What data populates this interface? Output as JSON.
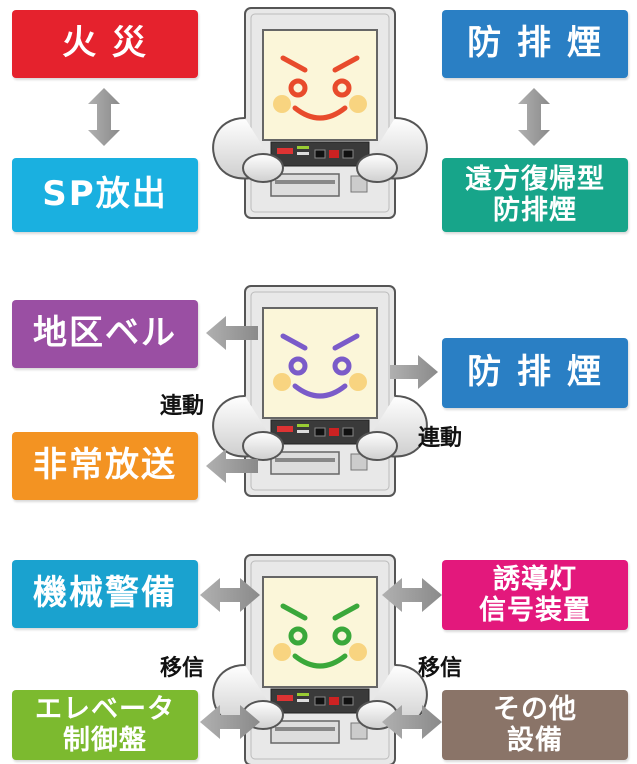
{
  "sections": [
    {
      "left_top": {
        "text": "火 災",
        "color": "#e5222d"
      },
      "left_bottom": {
        "text": "SP放出",
        "color": "#1ab0e0"
      },
      "right_top": {
        "text": "防 排 煙",
        "color": "#2a7fc4"
      },
      "right_bottom": {
        "line1": "遠方復帰型",
        "line2": "防排煙",
        "color": "#17a58a"
      },
      "face_color": "#e84b2c"
    },
    {
      "left_top": {
        "text": "地区ベル",
        "color": "#9a4fa3"
      },
      "left_bottom": {
        "text": "非常放送",
        "color": "#f39322"
      },
      "right_mid": {
        "text": "防 排 煙",
        "color": "#2a7fc4"
      },
      "caption_left": "連動",
      "caption_right": "連動",
      "face_color": "#7a5bc9"
    },
    {
      "left_top": {
        "text": "機械警備",
        "color": "#1aa2cf"
      },
      "left_bottom": {
        "line1": "エレベータ",
        "line2": "制御盤",
        "color": "#7cba2f"
      },
      "right_top": {
        "line1": "誘導灯",
        "line2": "信号装置",
        "color": "#e3187c"
      },
      "right_bottom": {
        "line1": "その他",
        "line2": "設備",
        "color": "#8a7468"
      },
      "caption_left": "移信",
      "caption_right": "移信",
      "face_color": "#3aa83a"
    }
  ],
  "icons": {
    "arrow_color": "#9a9a9a",
    "panel_body": "#e8e8e8",
    "panel_screen": "#fbf6d9"
  }
}
